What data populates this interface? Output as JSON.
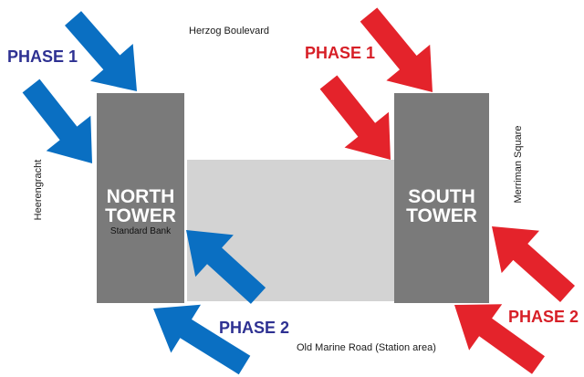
{
  "streets": {
    "north": "Herzog Boulevard",
    "south": "Old Marine Road (Station area)",
    "west": "Heerengracht",
    "east": "Merriman Square"
  },
  "towers": {
    "north": {
      "line1": "NORTH",
      "line2": "TOWER",
      "tenant": "Standard Bank"
    },
    "south": {
      "line1": "SOUTH",
      "line2": "TOWER"
    }
  },
  "phases": {
    "north_phase1": "PHASE 1",
    "north_phase2": "PHASE 2",
    "south_phase1": "PHASE 1",
    "south_phase2": "PHASE 2"
  },
  "colors": {
    "tower": "#7a7a7a",
    "podium": "#d3d3d3",
    "north_arrow": "#0a6fc2",
    "south_arrow": "#e4232b",
    "north_label": "#2e3192",
    "south_label": "#d71f27"
  }
}
